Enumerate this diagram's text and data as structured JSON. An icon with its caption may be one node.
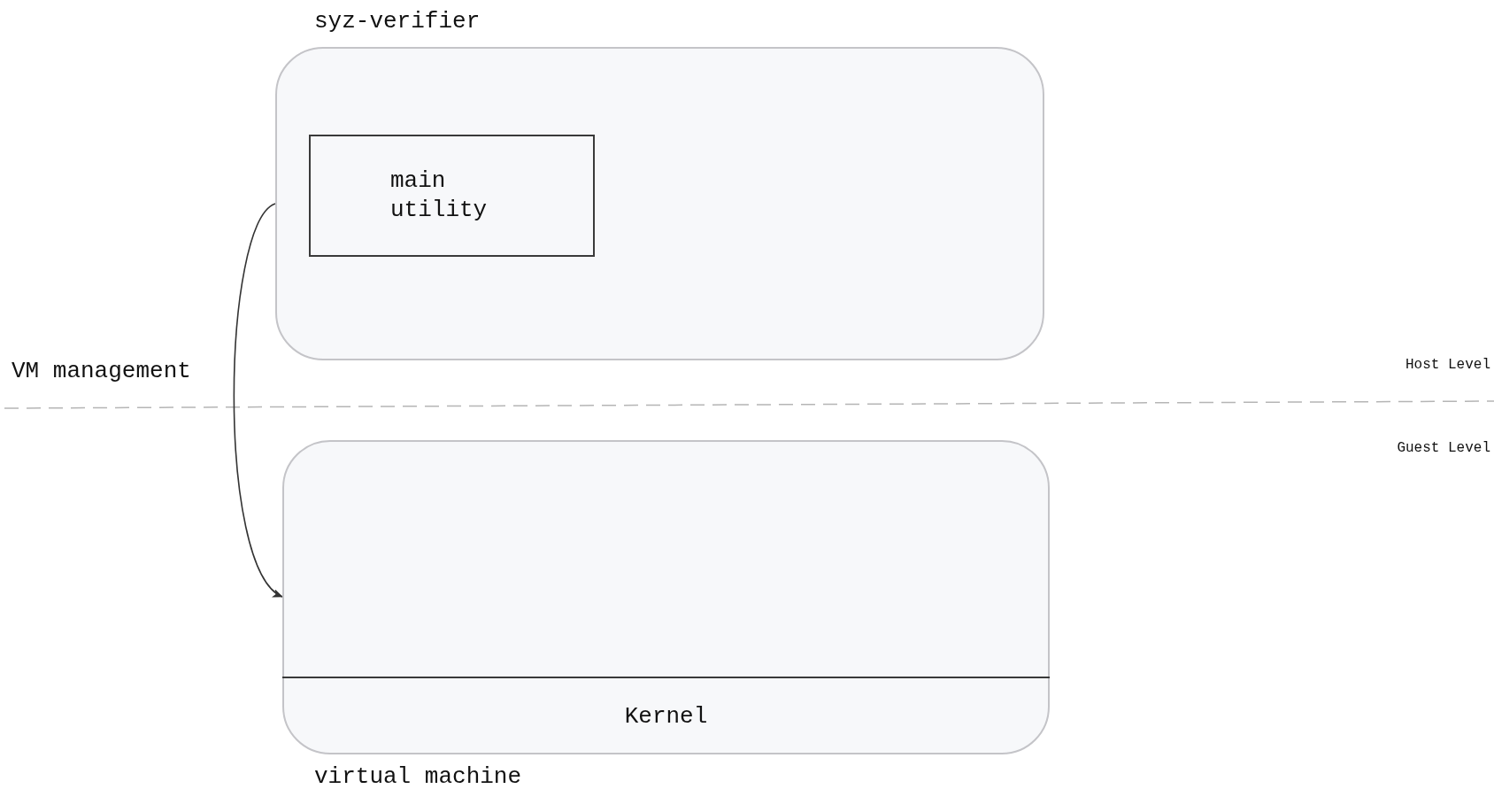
{
  "diagram": {
    "nodes": [
      {
        "text": [
          "syz-verifier"
        ]
      },
      {
        "text": [
          "main utility"
        ],
        "in": 0
      },
      {
        "text": [
          "virtual machine"
        ]
      },
      {
        "text": [
          "Kernel"
        ],
        "in": 2
      }
    ],
    "edges": [
      {
        "from": 0,
        "to": 2,
        "arrow": "to",
        "label": "VM management"
      }
    ],
    "labels": [
      "Host Level",
      "Guest Level"
    ]
  }
}
